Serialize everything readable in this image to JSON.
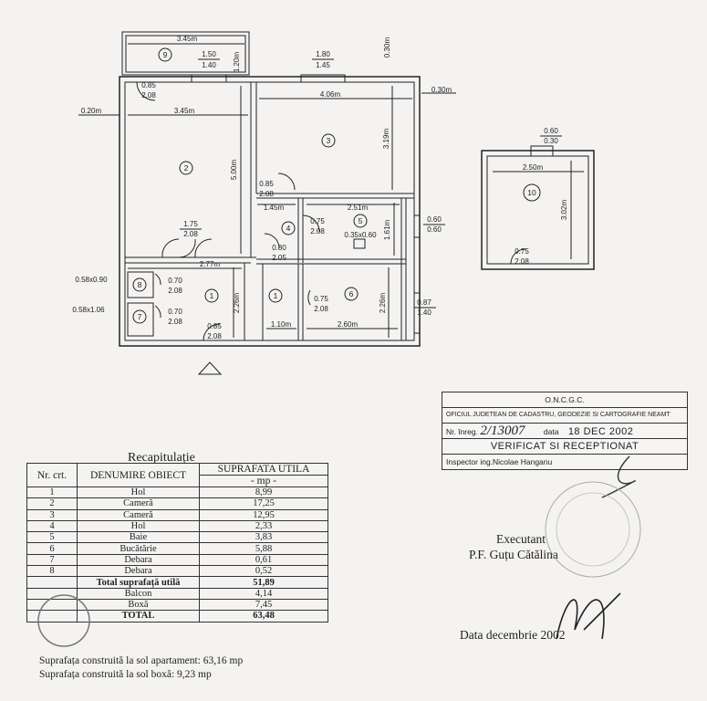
{
  "plan": {
    "rooms": [
      "2",
      "3",
      "4",
      "5",
      "1",
      "1",
      "6",
      "7",
      "8",
      "9",
      "10"
    ],
    "dims": {
      "d345_top": "3.45m",
      "d150_140_a": "1.50",
      "d150_140_b": "1.40",
      "d120": "1.20m",
      "d030_v": "0.30m",
      "d180": "1.80",
      "d145": "1.45",
      "d085_a": "0.85",
      "d208_a": "2.08",
      "d406": "4.06m",
      "d030_right": "0.30m",
      "d020": "0.20m",
      "d345_mid": "3.45m",
      "d500": "5.00m",
      "d319": "3.19m",
      "d085_b": "0.85",
      "d208_b": "2.08",
      "d145m": "1.45m",
      "d251": "2.51m",
      "d175": "1.75",
      "d208_c": "2.08",
      "d075_a": "0.75",
      "d208_d": "2.08",
      "d035": "0.35x0.60",
      "d161": "1.61m",
      "d060_a": "0.60",
      "d060_b": "0.60",
      "d277": "2.77m",
      "d080": "0.80",
      "d205": "2.05",
      "d226_a": "2.26m",
      "d226_b": "2.26m",
      "d058x090": "0.58x0.90",
      "d070_a": "0.70",
      "d208_e": "2.08",
      "d075_b": "0.75",
      "d208_f": "2.08",
      "d087": "0.87",
      "d140": "1.40",
      "d058x106": "0.58x1.06",
      "d070_b": "0.70",
      "d208_g": "2.08",
      "d085_c": "0.85",
      "d208_h": "2.08",
      "d110": "1.10m",
      "d260": "2.60m",
      "box_060": "0.60",
      "box_030": "0.30",
      "box_250": "2.50m",
      "box_302": "3.02m",
      "box_075": "0.75",
      "box_208": "2.08"
    }
  },
  "recap": {
    "title": "Recapitulație",
    "headers": {
      "nr": "Nr. crt.",
      "name": "DENUMIRE OBIECT",
      "area": "SUPRAFATA UTILA",
      "unit": "- mp -"
    },
    "rows": [
      {
        "nr": "1",
        "name": "Hol",
        "area": "8,99"
      },
      {
        "nr": "2",
        "name": "Cameră",
        "area": "17,25"
      },
      {
        "nr": "3",
        "name": "Cameră",
        "area": "12,95"
      },
      {
        "nr": "4",
        "name": "Hol",
        "area": "2,33"
      },
      {
        "nr": "5",
        "name": "Baie",
        "area": "3,83"
      },
      {
        "nr": "6",
        "name": "Bucătărie",
        "area": "5,88"
      },
      {
        "nr": "7",
        "name": "Debara",
        "area": "0,61"
      },
      {
        "nr": "8",
        "name": "Debara",
        "area": "0,52"
      }
    ],
    "total_util": {
      "name": "Total suprafață utilă",
      "area": "51,89"
    },
    "balcon": {
      "name": "Balcon",
      "area": "4,14"
    },
    "boxa": {
      "name": "Boxă",
      "area": "7,45"
    },
    "total": {
      "name": "TOTAL",
      "area": "63,48"
    },
    "footer1": "Suprafața construită la sol apartament: 63,16 mp",
    "footer2": "Suprafața construită la sol boxă: 9,23 mp"
  },
  "stamp": {
    "header": "O.N.C.G.C.",
    "office": "OFICIUL JUDETEAN DE CADASTRU, GEODEZIE SI CARTOGRAFIE NEAMT",
    "nr_label": "Nr. înreg.",
    "nr_value": "2/13007",
    "date_label": "data",
    "date_value": "18 DEC 2002",
    "verified": "VERIFICAT SI RECEPTIONAT",
    "inspector": "Inspector ing.Nicolae Hanganu"
  },
  "executant": {
    "label": "Executant",
    "name": "P.F. Guțu Cătălina",
    "date": "Data decembrie 2002"
  }
}
